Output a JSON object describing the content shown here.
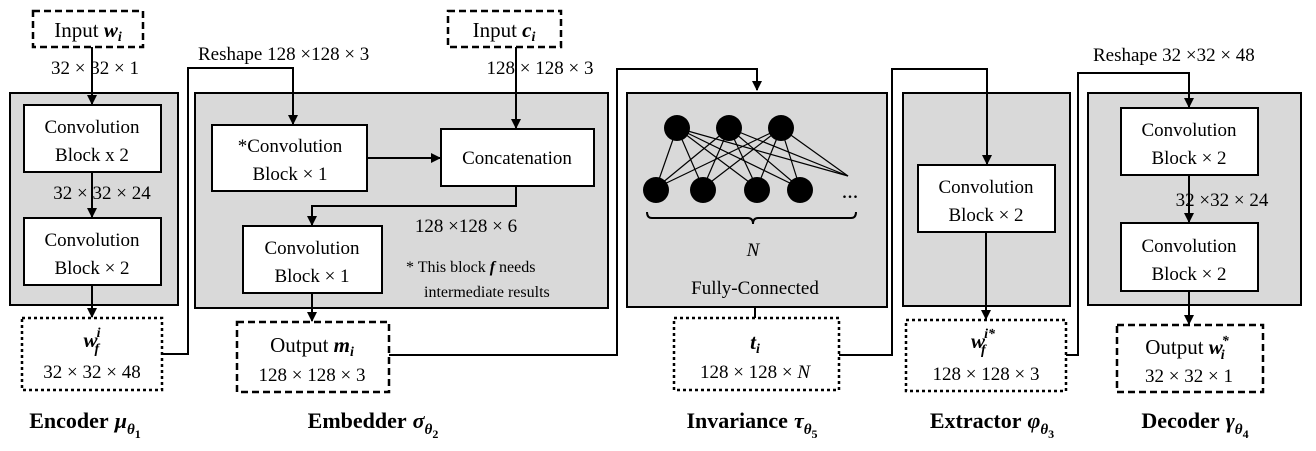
{
  "inputs": {
    "w": {
      "prefix": "Input ",
      "var": "w",
      "sub": "i"
    },
    "c": {
      "prefix": "Input ",
      "var": "c",
      "sub": "i"
    }
  },
  "encoder": {
    "dim_in": "32 × 32 × 1",
    "block1": [
      "Convolution",
      "Block x 2"
    ],
    "dim_mid": "32 × 32 × 24",
    "block2": [
      "Convolution",
      "Block × 2"
    ],
    "title": "Encoder",
    "symbol": "μ",
    "symbol_sub": "θ",
    "symbol_subsub": "1"
  },
  "wf_node": {
    "var": "w",
    "sub": "f",
    "sup": "i",
    "dim": "32 × 32 × 48"
  },
  "embedder": {
    "reshape": "Reshape 128 ×128 × 3",
    "dim_c": "128 × 128 × 3",
    "block_star": [
      "*Convolution",
      "Block × 1"
    ],
    "concat": "Concatenation",
    "dim_concat": "128 ×128 × 6",
    "block_out": [
      "Convolution",
      "Block × 1"
    ],
    "note": [
      "* This block",
      "needs",
      "intermediate results"
    ],
    "note_var": "f",
    "title": "Embedder",
    "symbol": "σ",
    "symbol_sub": "θ",
    "symbol_subsub": "2"
  },
  "output_m": {
    "prefix": "Output ",
    "var": "m",
    "sub": "i",
    "dim": "128 × 128 × 3"
  },
  "invariance": {
    "fc_label": "Fully-Connected",
    "n_label": "N",
    "ellipsis": "...",
    "title": "Invariance",
    "symbol": "τ",
    "symbol_sub": "θ",
    "symbol_subsub": "5"
  },
  "t_node": {
    "var": "t",
    "sub": "i",
    "dim_prefix": "128  × 128 × ",
    "dim_var": "N"
  },
  "extractor": {
    "block": [
      "Convolution",
      "Block × 2"
    ],
    "title": "Extractor",
    "symbol": "φ",
    "symbol_sub": "θ",
    "symbol_subsub": "3"
  },
  "wf_star_node": {
    "var": "w",
    "sub": "f",
    "sup": "i*",
    "dim": "128 × 128 × 3"
  },
  "decoder": {
    "reshape": "Reshape 32 ×32 × 48",
    "block1": [
      "Convolution",
      "Block × 2"
    ],
    "dim_mid": "32 ×32 × 24",
    "block2": [
      "Convolution",
      "Block × 2"
    ],
    "title": "Decoder",
    "symbol": "γ",
    "symbol_sub": "θ",
    "symbol_subsub": "4"
  },
  "output_w": {
    "prefix": "Output ",
    "var": "w",
    "sub": "i",
    "sup": "*",
    "dim": "32 × 32 × 1"
  }
}
